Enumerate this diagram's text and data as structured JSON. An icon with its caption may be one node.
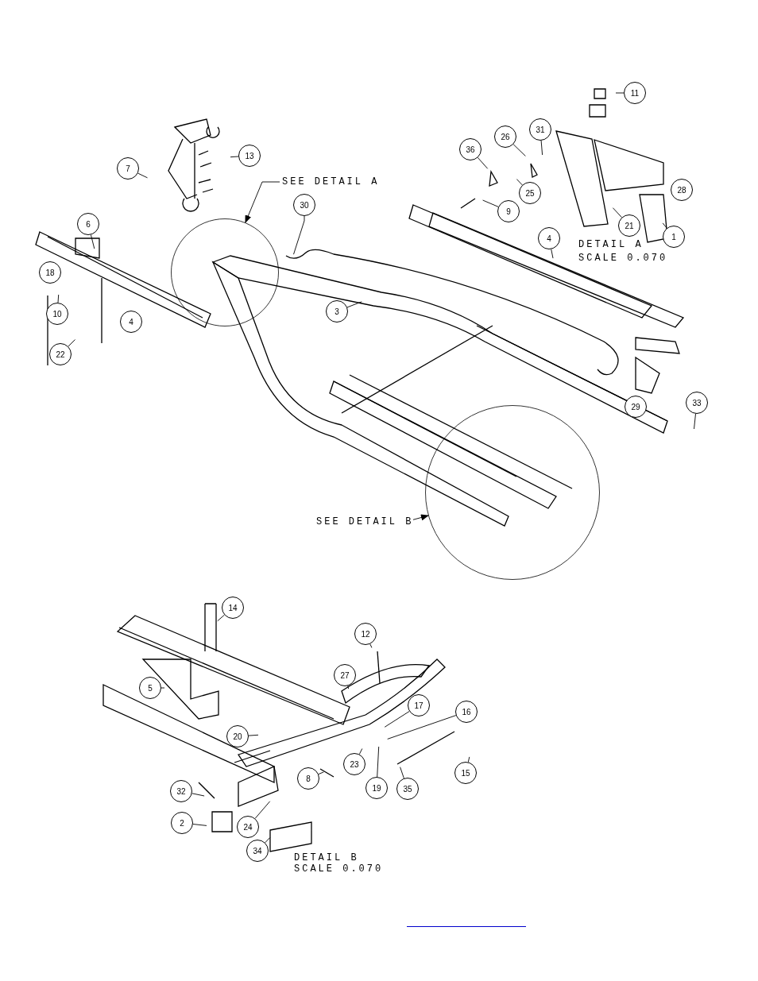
{
  "diagram": {
    "nodes": [
      {
        "text": [
          "7"
        ]
      },
      {
        "text": [
          "13"
        ]
      },
      {
        "text": [
          "11"
        ]
      },
      {
        "text": [
          "26"
        ]
      },
      {
        "text": [
          "31"
        ]
      },
      {
        "text": [
          "36"
        ]
      },
      {
        "text": [
          "SEE DETAIL A"
        ]
      },
      {
        "text": [
          "30"
        ]
      },
      {
        "text": [
          "25"
        ]
      },
      {
        "text": [
          "28"
        ]
      },
      {
        "text": [
          "9"
        ]
      },
      {
        "text": [],
        "shape": "circle"
      },
      {
        "text": [
          "21"
        ]
      },
      {
        "text": [
          "6"
        ]
      },
      {
        "text": [
          "1"
        ]
      },
      {
        "text": [
          "4"
        ]
      },
      {
        "text": [
          "18"
        ]
      },
      {
        "text": [
          "10"
        ]
      },
      {
        "text": [
          "4"
        ]
      },
      {
        "text": [
          "3"
        ]
      },
      {
        "text": [
          "22"
        ]
      },
      {
        "text": [
          "33"
        ]
      },
      {
        "text": [
          "29"
        ]
      },
      {
        "text": [
          "SEE DETAIL B"
        ]
      },
      {
        "text": [],
        "shape": "circle"
      },
      {
        "text": [
          "14"
        ]
      },
      {
        "text": [
          "12"
        ]
      },
      {
        "text": [
          "27"
        ]
      },
      {
        "text": [
          "5"
        ]
      },
      {
        "text": [
          "17"
        ]
      },
      {
        "text": [
          "16"
        ]
      },
      {
        "text": [
          "20"
        ]
      },
      {
        "text": [
          "23"
        ]
      },
      {
        "text": [
          "8"
        ]
      },
      {
        "text": [
          "19"
        ]
      },
      {
        "text": [
          "35"
        ]
      },
      {
        "text": [
          "15"
        ]
      },
      {
        "text": [
          "32"
        ]
      },
      {
        "text": [
          "2"
        ]
      },
      {
        "text": [
          "24"
        ]
      },
      {
        "text": [
          "34"
        ]
      }
    ],
    "edges": [
      {
        "from": 0,
        "to": null,
        "arrow": "none"
      },
      {
        "from": 1,
        "to": null,
        "arrow": "none"
      },
      {
        "from": 2,
        "to": null,
        "arrow": "none"
      },
      {
        "from": 3,
        "to": null,
        "arrow": "none"
      },
      {
        "from": 4,
        "to": null,
        "arrow": "none"
      },
      {
        "from": 5,
        "to": null,
        "arrow": "none"
      },
      {
        "from": 6,
        "to": 11,
        "arrow": "to"
      },
      {
        "from": 7,
        "to": null,
        "arrow": "none"
      },
      {
        "from": 8,
        "to": null,
        "arrow": "none"
      },
      {
        "from": 10,
        "to": null,
        "arrow": "none"
      },
      {
        "from": 12,
        "to": null,
        "arrow": "none"
      },
      {
        "from": 13,
        "to": null,
        "arrow": "none"
      },
      {
        "from": 14,
        "to": null,
        "arrow": "none"
      },
      {
        "from": 15,
        "to": null,
        "arrow": "none"
      },
      {
        "from": 17,
        "to": null,
        "arrow": "none"
      },
      {
        "from": 19,
        "to": null,
        "arrow": "none"
      },
      {
        "from": 20,
        "to": null,
        "arrow": "none"
      },
      {
        "from": 21,
        "to": null,
        "arrow": "none"
      },
      {
        "from": 23,
        "to": 24,
        "arrow": "to"
      },
      {
        "from": 25,
        "to": null,
        "arrow": "none"
      },
      {
        "from": 26,
        "to": null,
        "arrow": "none"
      },
      {
        "from": 27,
        "to": null,
        "arrow": "none"
      },
      {
        "from": 28,
        "to": null,
        "arrow": "none"
      },
      {
        "from": 29,
        "to": null,
        "arrow": "none"
      },
      {
        "from": 30,
        "to": null,
        "arrow": "none"
      },
      {
        "from": 31,
        "to": null,
        "arrow": "none"
      },
      {
        "from": 32,
        "to": null,
        "arrow": "none"
      },
      {
        "from": 33,
        "to": null,
        "arrow": "none"
      },
      {
        "from": 34,
        "to": null,
        "arrow": "none"
      },
      {
        "from": 35,
        "to": null,
        "arrow": "none"
      },
      {
        "from": 36,
        "to": null,
        "arrow": "none"
      },
      {
        "from": 37,
        "to": null,
        "arrow": "none"
      },
      {
        "from": 38,
        "to": null,
        "arrow": "none"
      },
      {
        "from": 39,
        "to": null,
        "arrow": "none"
      },
      {
        "from": 40,
        "to": null,
        "arrow": "none"
      }
    ],
    "labels": [
      "DETAIL A",
      "SCALE 0.070",
      "DETAIL B",
      "SCALE 0.070"
    ]
  }
}
